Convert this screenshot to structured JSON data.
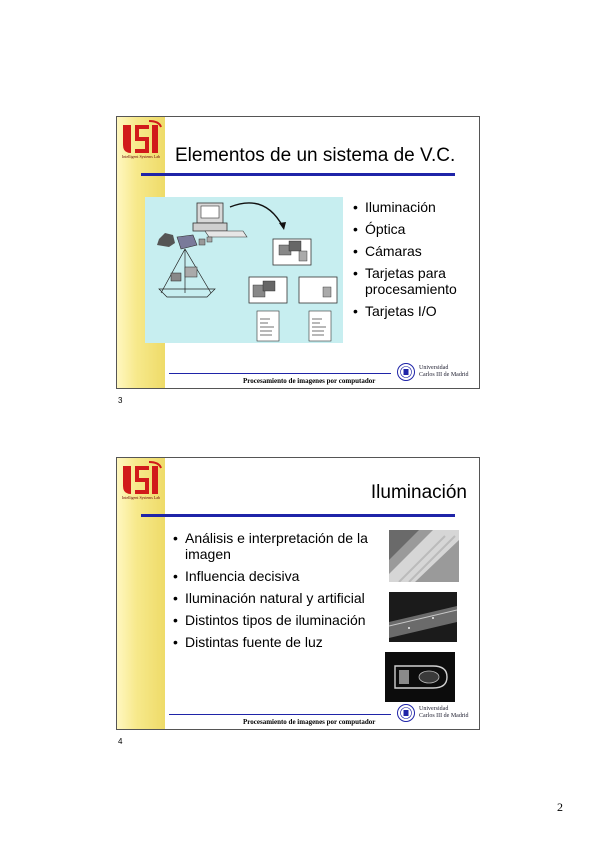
{
  "slide1": {
    "number": "3",
    "title": "Elementos de un sistema de V.C.",
    "bullets": [
      "Iluminación",
      "Óptica",
      "Cámaras",
      "Tarjetas para procesamiento",
      "Tarjetas I/O"
    ],
    "footer": "Procesamiento de imagenes por computador",
    "university": [
      "Universidad",
      "Carlos III de Madrid"
    ],
    "logo_caption": "Intelligent Systems Lab"
  },
  "slide2": {
    "number": "4",
    "title": "Iluminación",
    "bullets": [
      "Análisis e interpretación de la imagen",
      "Influencia decisiva",
      "Iluminación natural y artificial",
      "Distintos tipos de iluminación",
      "Distintas fuente de luz"
    ],
    "footer": "Procesamiento de imagenes por computador",
    "university": [
      "Universidad",
      "Carlos III de Madrid"
    ],
    "logo_caption": "Intelligent Systems Lab"
  },
  "page_number": "2",
  "colors": {
    "accent_blue": "#1f24a8",
    "logo_red": "#d11a1a",
    "sidebar_yellow": "#f0dc6c",
    "diagram_bg": "#c7eef0"
  }
}
